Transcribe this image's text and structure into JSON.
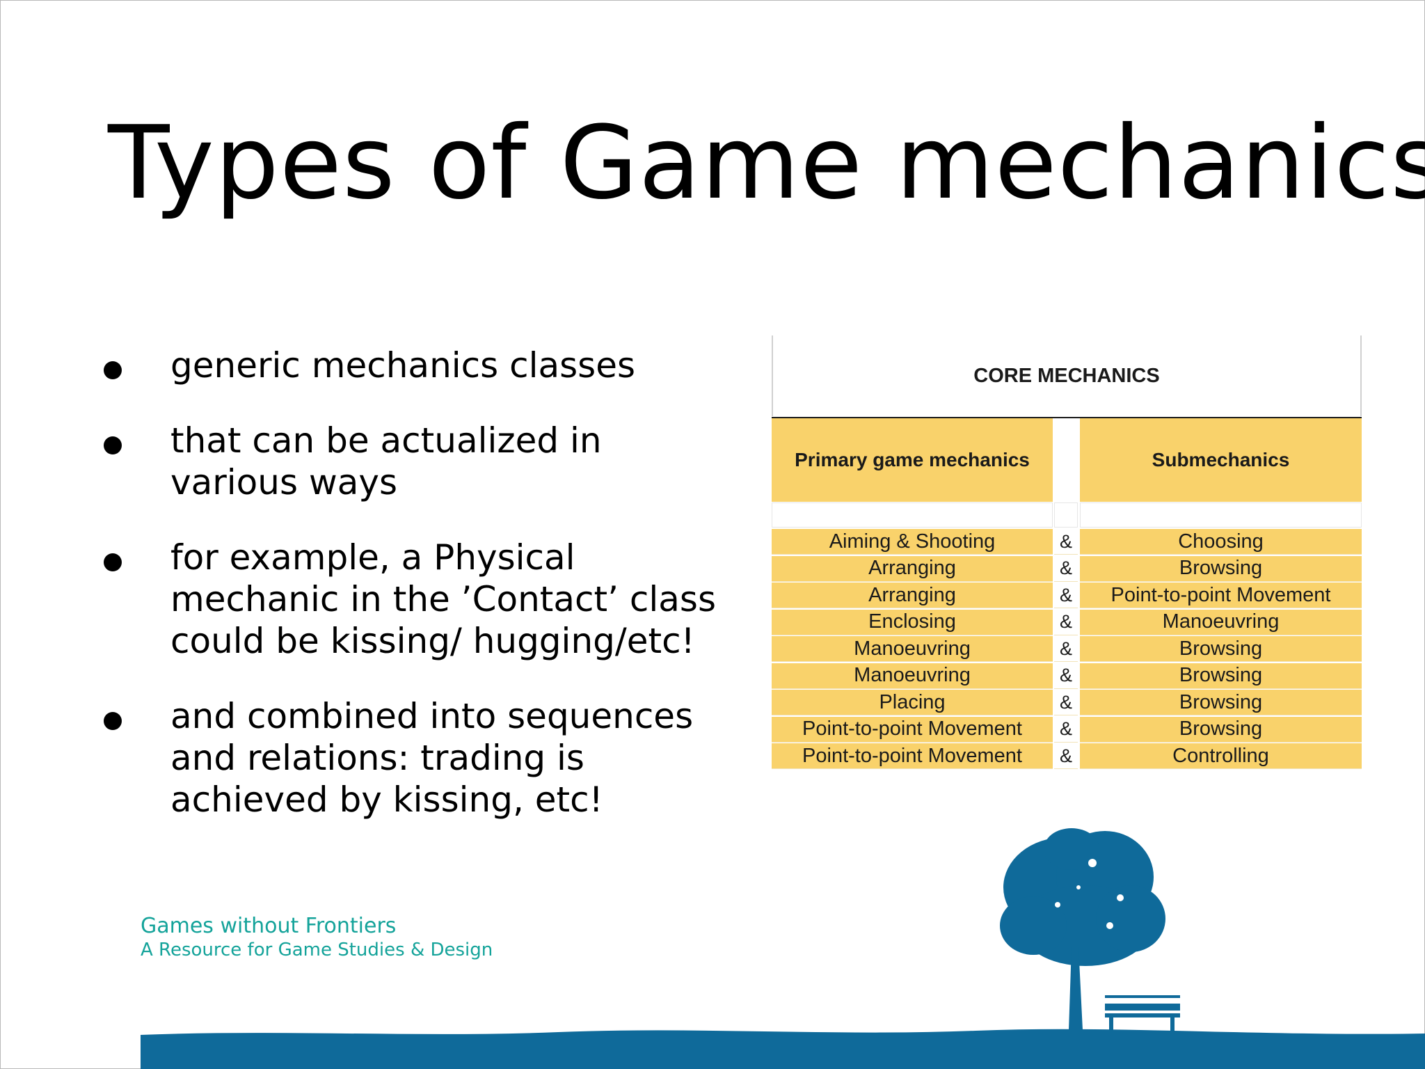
{
  "slide": {
    "title": "Types of Game mechanics",
    "bullets": [
      "generic mechanics classes",
      "that can be actualized in various ways",
      "for example, a Physical mechanic in the ’Contact’ class could be kissing/ hugging/etc!",
      "and combined into sequences and relations: trading is achieved by kissing, etc!"
    ],
    "footer": {
      "line1": "Games without Frontiers",
      "line2": "A Resource for Game Studies & Design"
    }
  },
  "table": {
    "title": "CORE MECHANICS",
    "headers": [
      "Primary game mechanics",
      "",
      "Submechanics"
    ],
    "rows": [
      [
        "Aiming & Shooting",
        "&",
        "Choosing"
      ],
      [
        "Arranging",
        "&",
        "Browsing"
      ],
      [
        "Arranging",
        "&",
        "Point-to-point Movement"
      ],
      [
        "Enclosing",
        "&",
        "Manoeuvring"
      ],
      [
        "Manoeuvring",
        "&",
        "Browsing"
      ],
      [
        "Manoeuvring",
        "&",
        "Browsing"
      ],
      [
        "Placing",
        "&",
        "Browsing"
      ],
      [
        "Point-to-point Movement",
        "&",
        "Browsing"
      ],
      [
        "Point-to-point Movement",
        "&",
        "Controlling"
      ]
    ]
  },
  "colors": {
    "cell_fill": "#f9d26b",
    "footer_text": "#14a39a",
    "logo_blue": "#0f6a9a"
  },
  "icons": [
    "tree-and-bench-logo",
    "bullet-dot"
  ]
}
